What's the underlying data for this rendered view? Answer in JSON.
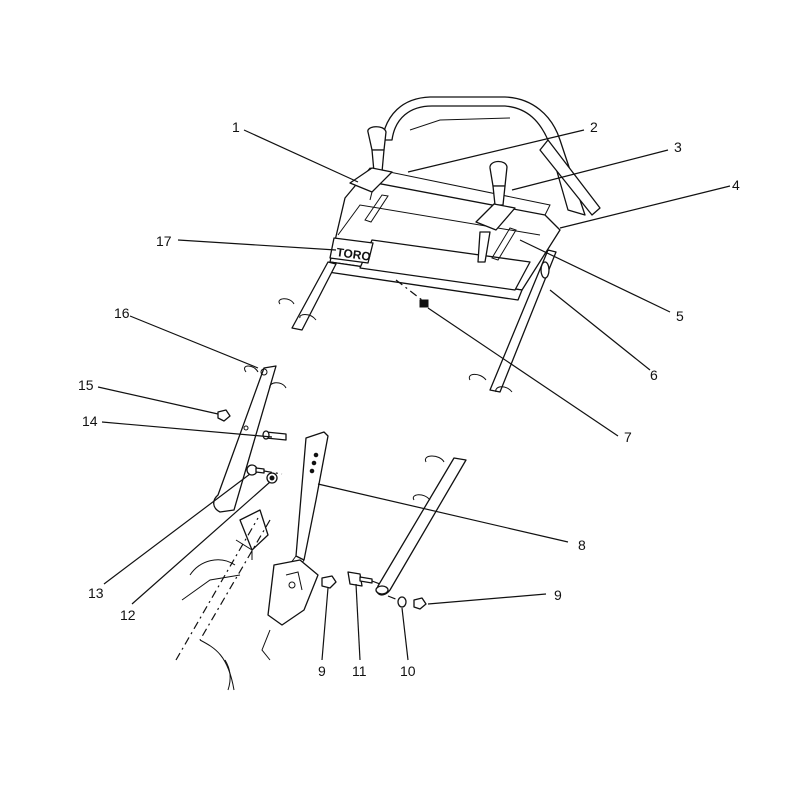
{
  "diagram": {
    "brand_logo_text": "TORO",
    "callouts": [
      {
        "id": "c1",
        "label": "1"
      },
      {
        "id": "c2",
        "label": "2"
      },
      {
        "id": "c3",
        "label": "3"
      },
      {
        "id": "c4",
        "label": "4"
      },
      {
        "id": "c5",
        "label": "5"
      },
      {
        "id": "c6",
        "label": "6"
      },
      {
        "id": "c7",
        "label": "7"
      },
      {
        "id": "c8",
        "label": "8"
      },
      {
        "id": "c9a",
        "label": "9"
      },
      {
        "id": "c9b",
        "label": "9"
      },
      {
        "id": "c10",
        "label": "10"
      },
      {
        "id": "c11",
        "label": "11"
      },
      {
        "id": "c12",
        "label": "12"
      },
      {
        "id": "c13",
        "label": "13"
      },
      {
        "id": "c14",
        "label": "14"
      },
      {
        "id": "c15",
        "label": "15"
      },
      {
        "id": "c16",
        "label": "16"
      },
      {
        "id": "c17",
        "label": "17"
      }
    ]
  }
}
